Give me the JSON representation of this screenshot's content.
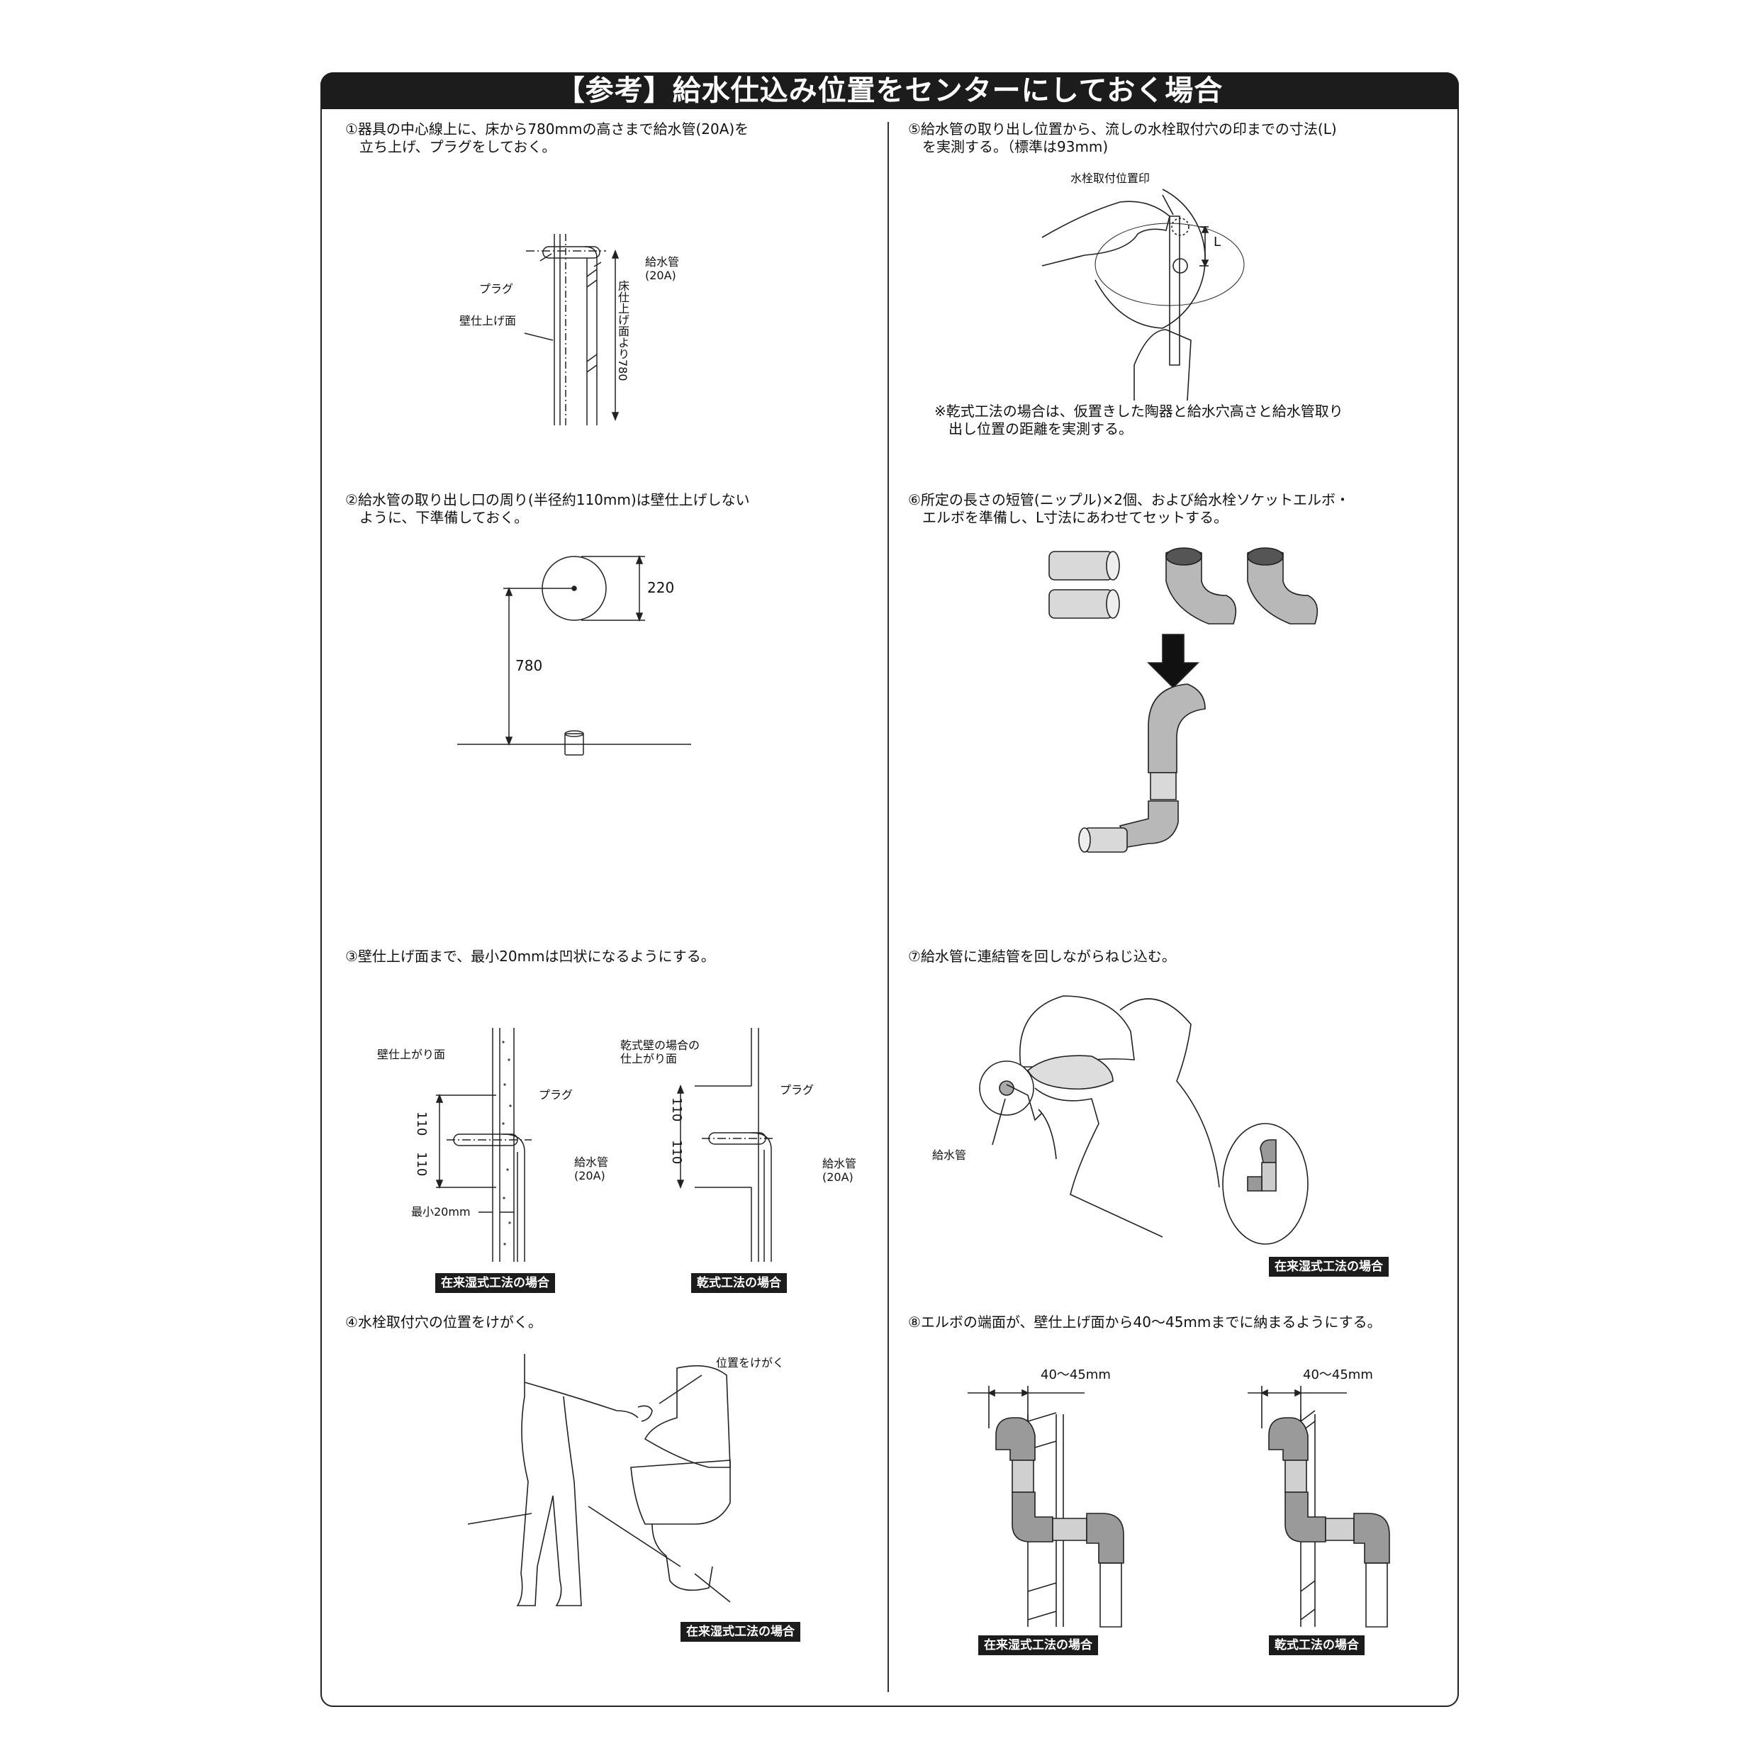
{
  "title": "【参考】給水仕込み位置をセンターにしておく場合",
  "steps": {
    "s1": "①器具の中心線上に、床から780mmの高さまで給水管(20A)を\n　立ち上げ、プラグをしておく。",
    "s2": "②給水管の取り出し口の周り(半径約110mm)は壁仕上げしない\n　ように、下準備しておく。",
    "s3": "③壁仕上げ面まで、最小20mmは凹状になるようにする。",
    "s4": "④水栓取付穴の位置をけがく。",
    "s5": "⑤給水管の取り出し位置から、流しの水栓取付穴の印までの寸法(L)\n　を実測する。（標準は93mm)",
    "s6": "⑥所定の長さの短管(ニップル)×2個、および給水栓ソケットエルボ・\n　エルボを準備し、L寸法にあわせてセットする。",
    "s7": "⑦給水管に連結管を回しながらねじ込む。",
    "s8": "⑧エルボの端面が、壁仕上げ面から40～45mmまでに納まるようにする。"
  },
  "fig1": {
    "plug": "プラグ",
    "pipe": "給水管\n(20A)",
    "wall": "壁仕上げ面",
    "height": "床仕上げ面より780"
  },
  "fig2": {
    "dim_220": "220",
    "dim_780": "780"
  },
  "fig3": {
    "wet_wall": "壁仕上がり面",
    "plug_a": "プラグ",
    "pipe_a": "給水管\n(20A)",
    "dim_a1": "110",
    "dim_a2": "110",
    "min": "最小20mm",
    "badge_wet": "在来湿式工法の場合",
    "dry_wall": "乾式壁の場合の\n仕上がり面",
    "plug_b": "プラグ",
    "pipe_b": "給水管\n(20A)",
    "dim_b1": "110",
    "dim_b2": "110",
    "badge_dry": "乾式工法の場合"
  },
  "fig4": {
    "mark": "位置をけがく",
    "badge": "在来湿式工法の場合"
  },
  "fig5": {
    "mark": "水栓取付位置印",
    "L": "L",
    "note": "※乾式工法の場合は、仮置きした陶器と給水穴高さと給水管取り\n　出し位置の距離を実測する。"
  },
  "fig7": {
    "pipe": "給水管",
    "badge": "在来湿式工法の場合"
  },
  "fig8": {
    "dim_a": "40～45mm",
    "dim_b": "40～45mm",
    "badge_wet": "在来湿式工法の場合",
    "badge_dry": "乾式工法の場合"
  }
}
